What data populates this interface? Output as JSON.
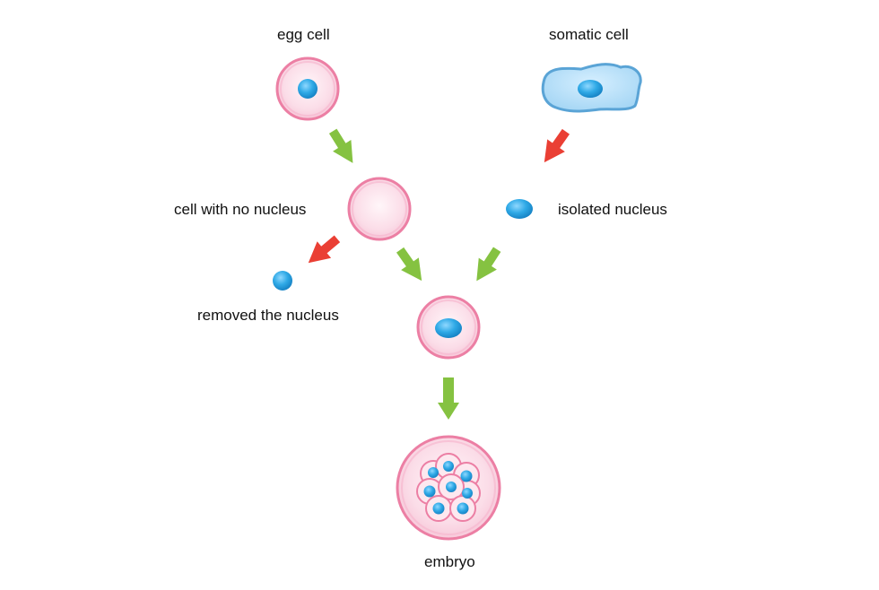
{
  "labels": {
    "egg_cell": "egg cell",
    "somatic_cell": "somatic cell",
    "cell_no_nucleus": "cell with no nucleus",
    "isolated_nucleus": "isolated nucleus",
    "removed_nucleus": "removed the nucleus",
    "embryo": "embryo"
  },
  "colors": {
    "cell_fill": "#fce0ea",
    "cell_rim": "#ec7fa4",
    "nucleus": "#2fa9e6",
    "somatic_fill": "#b3def7",
    "somatic_outline": "#5aa4d6",
    "arrow_green": "#85c241",
    "arrow_red": "#ea3f34"
  }
}
